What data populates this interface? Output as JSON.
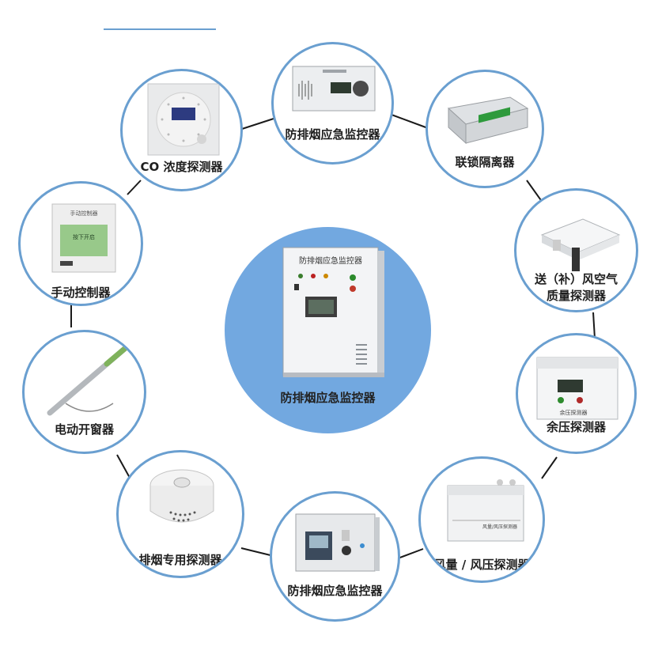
{
  "hub": {
    "label": "防排烟应急监控器",
    "device_title": "防排烟应急监控器"
  },
  "nodes": [
    {
      "id": "top",
      "label": "防排烟应急监控器"
    },
    {
      "id": "isolator",
      "label": "联锁隔离器"
    },
    {
      "id": "air-quality",
      "label_line1": "送（补）风空气",
      "label_line2": "质量探测器"
    },
    {
      "id": "residual-pressure",
      "label": "余压探测器"
    },
    {
      "id": "airflow",
      "label": "风量 / 风压探测器"
    },
    {
      "id": "bottom",
      "label": "防排烟应急监控器"
    },
    {
      "id": "smoke",
      "label": "排烟专用探测器"
    },
    {
      "id": "window",
      "label": "电动开窗器"
    },
    {
      "id": "manual",
      "label": "手动控制器"
    },
    {
      "id": "co",
      "label": "CO 浓度探测器"
    }
  ],
  "colors": {
    "ring": "#6a9fd0",
    "hub": "#72a8e0",
    "line": "#1a1a1a"
  }
}
